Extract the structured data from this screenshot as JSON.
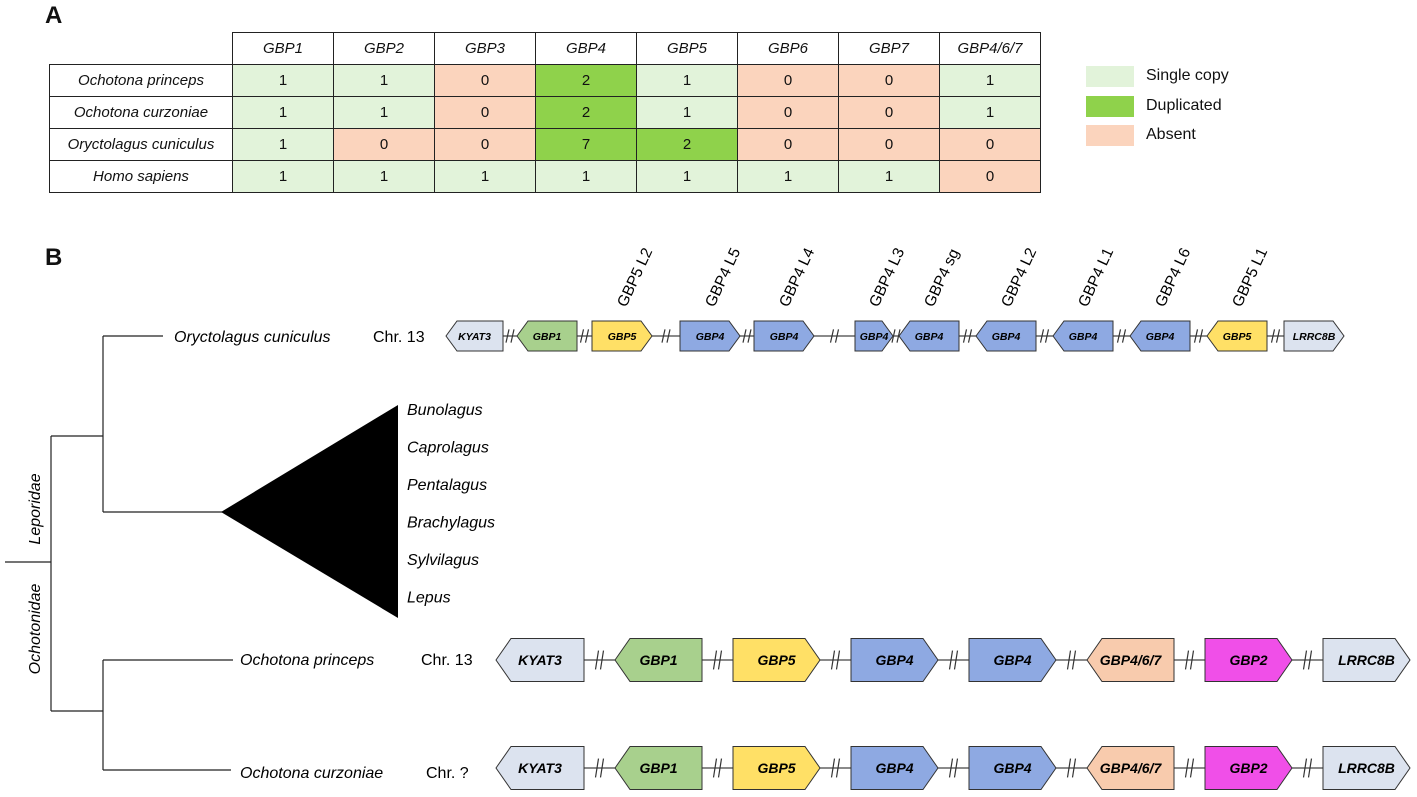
{
  "panel_a": {
    "label": "A",
    "columns": [
      "GBP1",
      "GBP2",
      "GBP3",
      "GBP4",
      "GBP5",
      "GBP6",
      "GBP7",
      "GBP4/6/7"
    ],
    "rows": [
      {
        "species": "Ochotona princeps",
        "values": [
          1,
          1,
          0,
          2,
          1,
          0,
          0,
          1
        ]
      },
      {
        "species": "Ochotona curzoniae",
        "values": [
          1,
          1,
          0,
          2,
          1,
          0,
          0,
          1
        ]
      },
      {
        "species": "Oryctolagus cuniculus",
        "values": [
          1,
          0,
          0,
          7,
          2,
          0,
          0,
          0
        ]
      },
      {
        "species": "Homo sapiens",
        "values": [
          1,
          1,
          1,
          1,
          1,
          1,
          1,
          0
        ]
      }
    ],
    "legend": [
      {
        "label": "Single copy",
        "color": "#e2f3da"
      },
      {
        "label": "Duplicated",
        "color": "#8fd24b"
      },
      {
        "label": "Absent",
        "color": "#fbd4bd"
      }
    ]
  },
  "panel_b": {
    "label": "B",
    "family_leporidae": "Leporidae",
    "family_ochotonidae": "Ochotonidae",
    "collapsed_genera": [
      "Bunolagus",
      "Caprolagus",
      "Pentalagus",
      "Brachylagus",
      "Sylvilagus",
      "Lepus"
    ],
    "colors": {
      "KYAT3": "#dce3ef",
      "GBP1": "#a8d08d",
      "GBP5": "#ffe066",
      "GBP4": "#8ea9e2",
      "GBP4/6/7": "#f8cbad",
      "GBP2": "#f04fe8",
      "LRRC8B": "#dce3ef"
    },
    "species": [
      {
        "name": "Oryctolagus cuniculus",
        "chr": "Chr. 13",
        "genes": [
          {
            "name": "KYAT3",
            "dir": "left",
            "top": ""
          },
          {
            "name": "GBP1",
            "dir": "left",
            "top": ""
          },
          {
            "name": "GBP5",
            "dir": "right",
            "top": "GBP5 L2"
          },
          {
            "name": "GBP4",
            "dir": "right",
            "top": "GBP4 L5"
          },
          {
            "name": "GBP4",
            "dir": "right",
            "top": "GBP4 L4"
          },
          {
            "name": "GBP4",
            "dir": "right",
            "top": "GBP4 L3"
          },
          {
            "name": "GBP4",
            "dir": "left",
            "top": "GBP4 sg"
          },
          {
            "name": "GBP4",
            "dir": "left",
            "top": "GBP4 L2"
          },
          {
            "name": "GBP4",
            "dir": "left",
            "top": "GBP4 L1"
          },
          {
            "name": "GBP4",
            "dir": "left",
            "top": "GBP4 L6"
          },
          {
            "name": "GBP5",
            "dir": "left",
            "top": "GBP5 L1"
          },
          {
            "name": "LRRC8B",
            "dir": "right",
            "top": ""
          }
        ]
      },
      {
        "name": "Ochotona princeps",
        "chr": "Chr. 13",
        "genes": [
          {
            "name": "KYAT3",
            "dir": "left"
          },
          {
            "name": "GBP1",
            "dir": "left"
          },
          {
            "name": "GBP5",
            "dir": "right"
          },
          {
            "name": "GBP4",
            "dir": "right"
          },
          {
            "name": "GBP4",
            "dir": "right"
          },
          {
            "name": "GBP4/6/7",
            "dir": "left"
          },
          {
            "name": "GBP2",
            "dir": "right"
          },
          {
            "name": "LRRC8B",
            "dir": "right"
          }
        ]
      },
      {
        "name": "Ochotona curzoniae",
        "chr": "Chr. ?",
        "genes": [
          {
            "name": "KYAT3",
            "dir": "left"
          },
          {
            "name": "GBP1",
            "dir": "left"
          },
          {
            "name": "GBP5",
            "dir": "right"
          },
          {
            "name": "GBP4",
            "dir": "right"
          },
          {
            "name": "GBP4",
            "dir": "right"
          },
          {
            "name": "GBP4/6/7",
            "dir": "left"
          },
          {
            "name": "GBP2",
            "dir": "right"
          },
          {
            "name": "LRRC8B",
            "dir": "right"
          }
        ]
      }
    ]
  }
}
